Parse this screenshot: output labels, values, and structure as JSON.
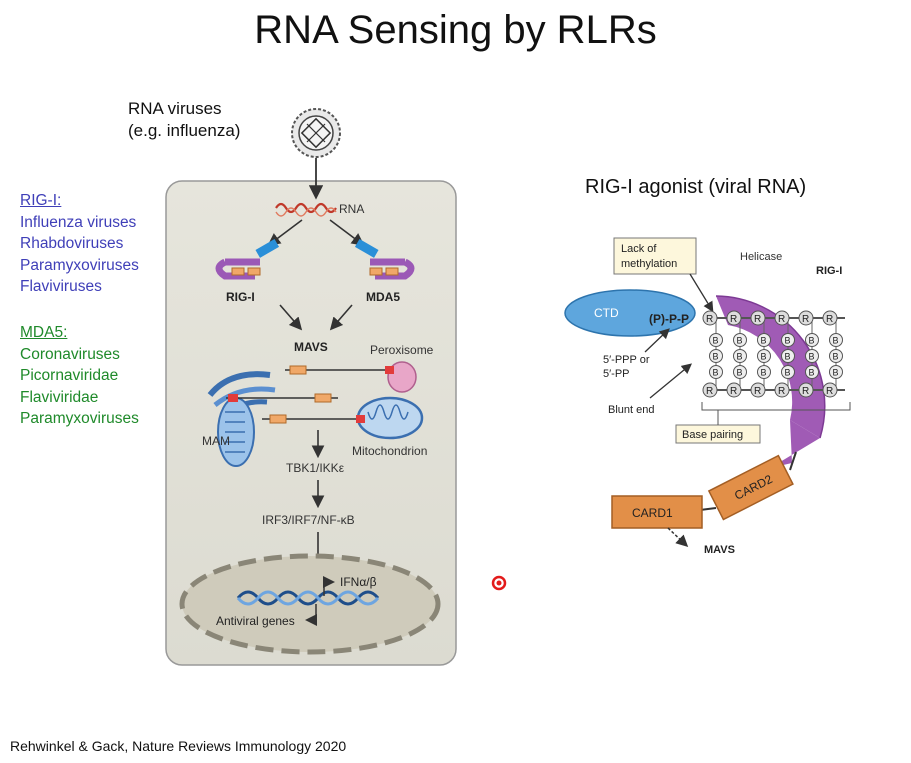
{
  "title": "RNA Sensing by RLRs",
  "virus_label": {
    "line1": "RNA viruses",
    "line2": "(e.g. influenza)"
  },
  "rig_i_list": {
    "header": "RIG-I:",
    "items": [
      "Influenza viruses",
      "Rhabdoviruses",
      "Paramyxoviruses",
      "Flaviviruses"
    ]
  },
  "mda5_list": {
    "header": "MDA5:",
    "items": [
      "Coronaviruses",
      "Picornaviridae",
      "Flaviviridae",
      "Paramyxoviruses"
    ]
  },
  "pathway": {
    "rna": "RNA",
    "rig_i": "RIG-I",
    "mda5": "MDA5",
    "mavs": "MAVS",
    "peroxisome": "Peroxisome",
    "mam": "MAM",
    "mitochondrion": "Mitochondrion",
    "tbk1": "TBK1/IKKε",
    "irf": "IRF3/IRF7/NF-κB",
    "ifn": "IFNα/β",
    "antiviral": "Antiviral genes"
  },
  "agonist": {
    "title": "RIG-I agonist (viral RNA)",
    "lack_line1": "Lack of",
    "lack_line2": "methylation",
    "helicase": "Helicase",
    "rig_i": "RIG-I",
    "ctd": "CTD",
    "ppp": "(P)-P-P",
    "ppp_note_1": "5′-PPP or",
    "ppp_note_2": "5′-PP",
    "blunt_end": "Blunt end",
    "base_pairing": "Base pairing",
    "card1": "CARD1",
    "card2": "CARD2",
    "mavs": "MAVS",
    "r": "R",
    "b": "B"
  },
  "citation": "Rehwinkel & Gack, Nature Reviews Immunology 2020",
  "colors": {
    "rig_list": "#3f3fb8",
    "mda_list": "#1f8a2a",
    "helicase": "#a05bb5",
    "card": "#e28f48",
    "ctd": "#5ea6dd"
  }
}
